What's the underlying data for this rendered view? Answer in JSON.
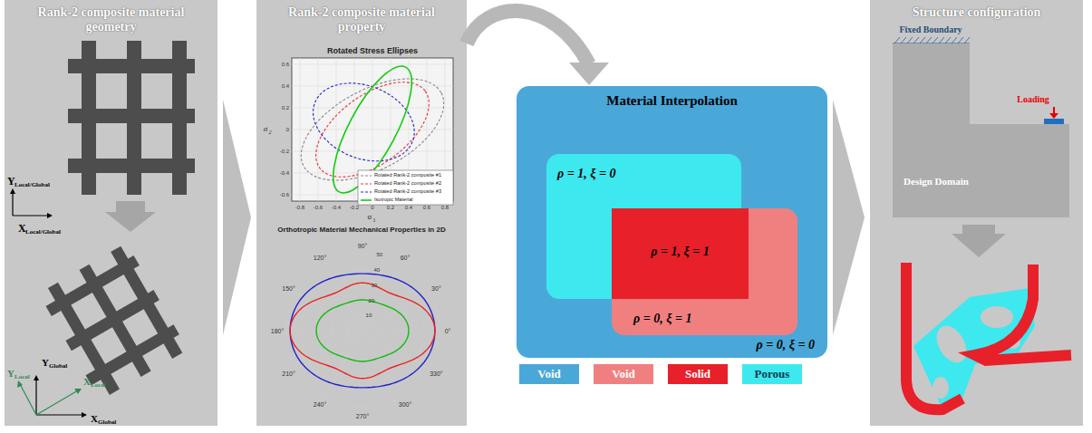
{
  "diagram": {
    "nodes": [
      {
        "text": [
          "Rank-2 composite material geometry"
        ]
      },
      {
        "text": [
          "Rank-2 composite material property"
        ]
      },
      {
        "text": [
          "Material Interpolation",
          "ρ = 0, ξ = 0"
        ]
      },
      {
        "text": [
          "ρ = 1, ξ = 0"
        ],
        "in": 2
      },
      {
        "text": [
          "ρ = 0, ξ = 1"
        ],
        "in": 2
      },
      {
        "text": [
          "ρ = 1, ξ = 1"
        ],
        "in": 2
      },
      {
        "text": [
          "Structure configuration"
        ]
      }
    ],
    "edges": [
      {
        "from": 0,
        "to": 1,
        "arrow": "to"
      },
      {
        "from": 1,
        "to": 2,
        "arrow": "to"
      },
      {
        "from": 2,
        "to": 6,
        "arrow": "to"
      }
    ],
    "labels": [
      "Y",
      "Local/Global",
      "X",
      "Local/Global",
      "Y",
      "Global",
      "Y",
      "Local",
      "X",
      "Local",
      "X",
      "Global",
      "Rotated Stress Ellipses",
      "0.6",
      "0.4",
      "0.2",
      "0",
      "-0.2",
      "-0.4",
      "-0.6",
      "-0.8",
      "-0.6",
      "-0.4",
      "-0.2",
      "0",
      "0.2",
      "0.4",
      "0.6",
      "0.8",
      "σ",
      "2",
      "σ",
      "1",
      "Orthotropic Material Mechanical Properties in 2D",
      "90°",
      "60°",
      "30°",
      "0°",
      "330°",
      "300°",
      "270°",
      "240°",
      "210°",
      "180°",
      "150°",
      "120°",
      "10",
      "20",
      "30",
      "40",
      "50",
      "Fixed Boundary",
      "Loading",
      "Design Domain"
    ],
    "legend": [
      {
        "text": "Rotated Rank-2 composite #1"
      },
      {
        "text": "Rotated Rank-2 composite #2"
      },
      {
        "text": "Rotated Rank-2 composite #3"
      },
      {
        "text": "Isotropic Material"
      },
      {
        "text": "Void",
        "color": "#4aa8d8"
      },
      {
        "text": "Void",
        "color": "#f08080"
      },
      {
        "text": "Solid",
        "color": "#e8202a"
      },
      {
        "text": "Porous",
        "color": "#3ee8ef"
      }
    ]
  }
}
